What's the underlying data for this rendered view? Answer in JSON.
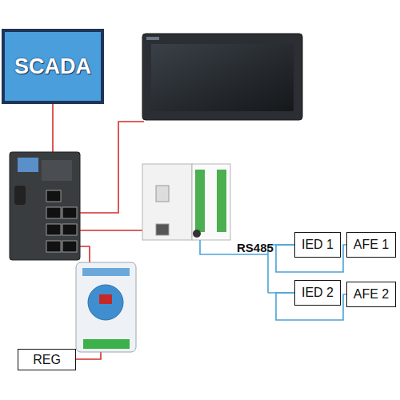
{
  "diagram": {
    "nodes": [
      {
        "text": [
          "SCADA"
        ]
      },
      {
        "text": [
          "IED 1"
        ]
      },
      {
        "text": [
          "AFE 1"
        ]
      },
      {
        "text": [
          "IED 2"
        ]
      },
      {
        "text": [
          "AFE 2"
        ]
      },
      {
        "text": [
          "REG"
        ]
      }
    ],
    "edges": [
      {
        "from": 1,
        "to": 2,
        "arrow": "none"
      },
      {
        "from": 3,
        "to": 4,
        "arrow": "none"
      }
    ],
    "labels": [
      "RS485"
    ]
  }
}
